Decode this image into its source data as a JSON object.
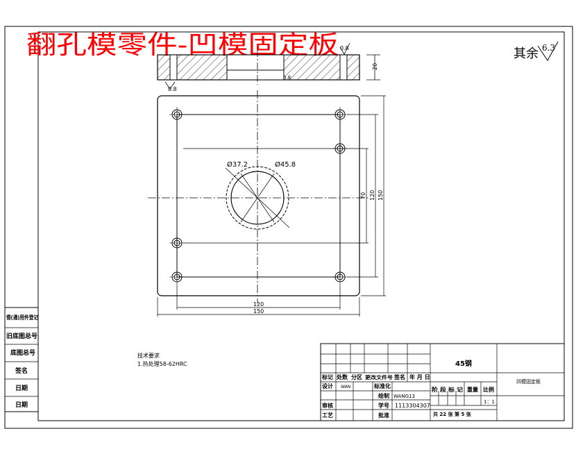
{
  "title": "翻孔模零件-凹模固定板",
  "roughness": {
    "prefix": "其余",
    "value": "6.3"
  },
  "section_view": {
    "thickness": "20",
    "hole_roughness": "0.8",
    "bottom_roughness": "0.8",
    "mid_roughness": "0.8"
  },
  "dimensions": {
    "inner_diameter": "Ø37.2",
    "outer_diameter": "Ø45.8",
    "v_70": "70",
    "v_120": "120",
    "v_150": "150",
    "h_120": "120",
    "h_150": "150"
  },
  "tech_requirements": {
    "heading": "技术要求",
    "item1": "1.热处理58-62HRC"
  },
  "side_table": [
    "借(通)用件登记",
    "旧底图总号",
    "底图总号",
    "签名",
    "日期",
    "日期"
  ],
  "title_block": {
    "material": "45钢",
    "part_name": "凹模固定板",
    "header_cells": [
      "标记",
      "处数",
      "分区",
      "更改文件号",
      "签名",
      "年 月 日"
    ],
    "design_label": "设计",
    "design_name": "WAN",
    "std_label": "标准化",
    "drawn_label": "绘制",
    "drawn_name": "WANG13",
    "review_label": "审核",
    "student_label": "学号",
    "student_no": "1113304307",
    "process_label": "工艺",
    "approve_label": "批准",
    "stage_header": "阶 段 标 记",
    "weight_header": "重量",
    "scale_header": "比例",
    "scale": "1：1",
    "sheets": "共 22 张  第 5 张"
  }
}
